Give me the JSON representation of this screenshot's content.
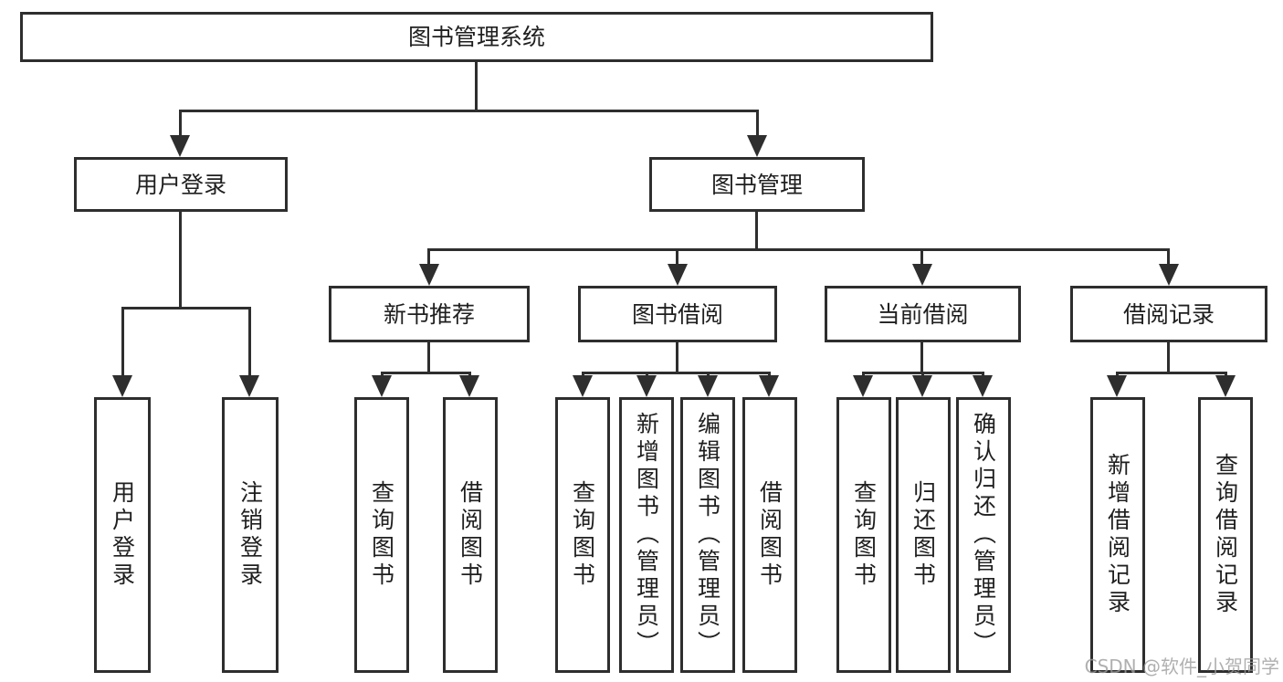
{
  "colors": {
    "line": "#2e2e2e",
    "box_background": "#ffffff",
    "text": "#1f1f1f",
    "watermark": "#9c9c9c"
  },
  "tree": {
    "label": "图书管理系统",
    "children": [
      {
        "label": "用户登录",
        "children": [
          {
            "label": "用户登录"
          },
          {
            "label": "注销登录"
          }
        ]
      },
      {
        "label": "图书管理",
        "children": [
          {
            "label": "新书推荐",
            "children": [
              {
                "label": "查询图书"
              },
              {
                "label": "借阅图书"
              }
            ]
          },
          {
            "label": "图书借阅",
            "children": [
              {
                "label": "查询图书"
              },
              {
                "label": "新增图书（管理员）"
              },
              {
                "label": "编辑图书（管理员）"
              },
              {
                "label": "借阅图书"
              }
            ]
          },
          {
            "label": "当前借阅",
            "children": [
              {
                "label": "查询图书"
              },
              {
                "label": "归还图书"
              },
              {
                "label": "确认归还（管理员）"
              }
            ]
          },
          {
            "label": "借阅记录",
            "children": [
              {
                "label": "新增借阅记录"
              },
              {
                "label": "查询借阅记录"
              }
            ]
          }
        ]
      }
    ]
  },
  "watermark": {
    "text": "CSDN @软件_小贺同学"
  }
}
